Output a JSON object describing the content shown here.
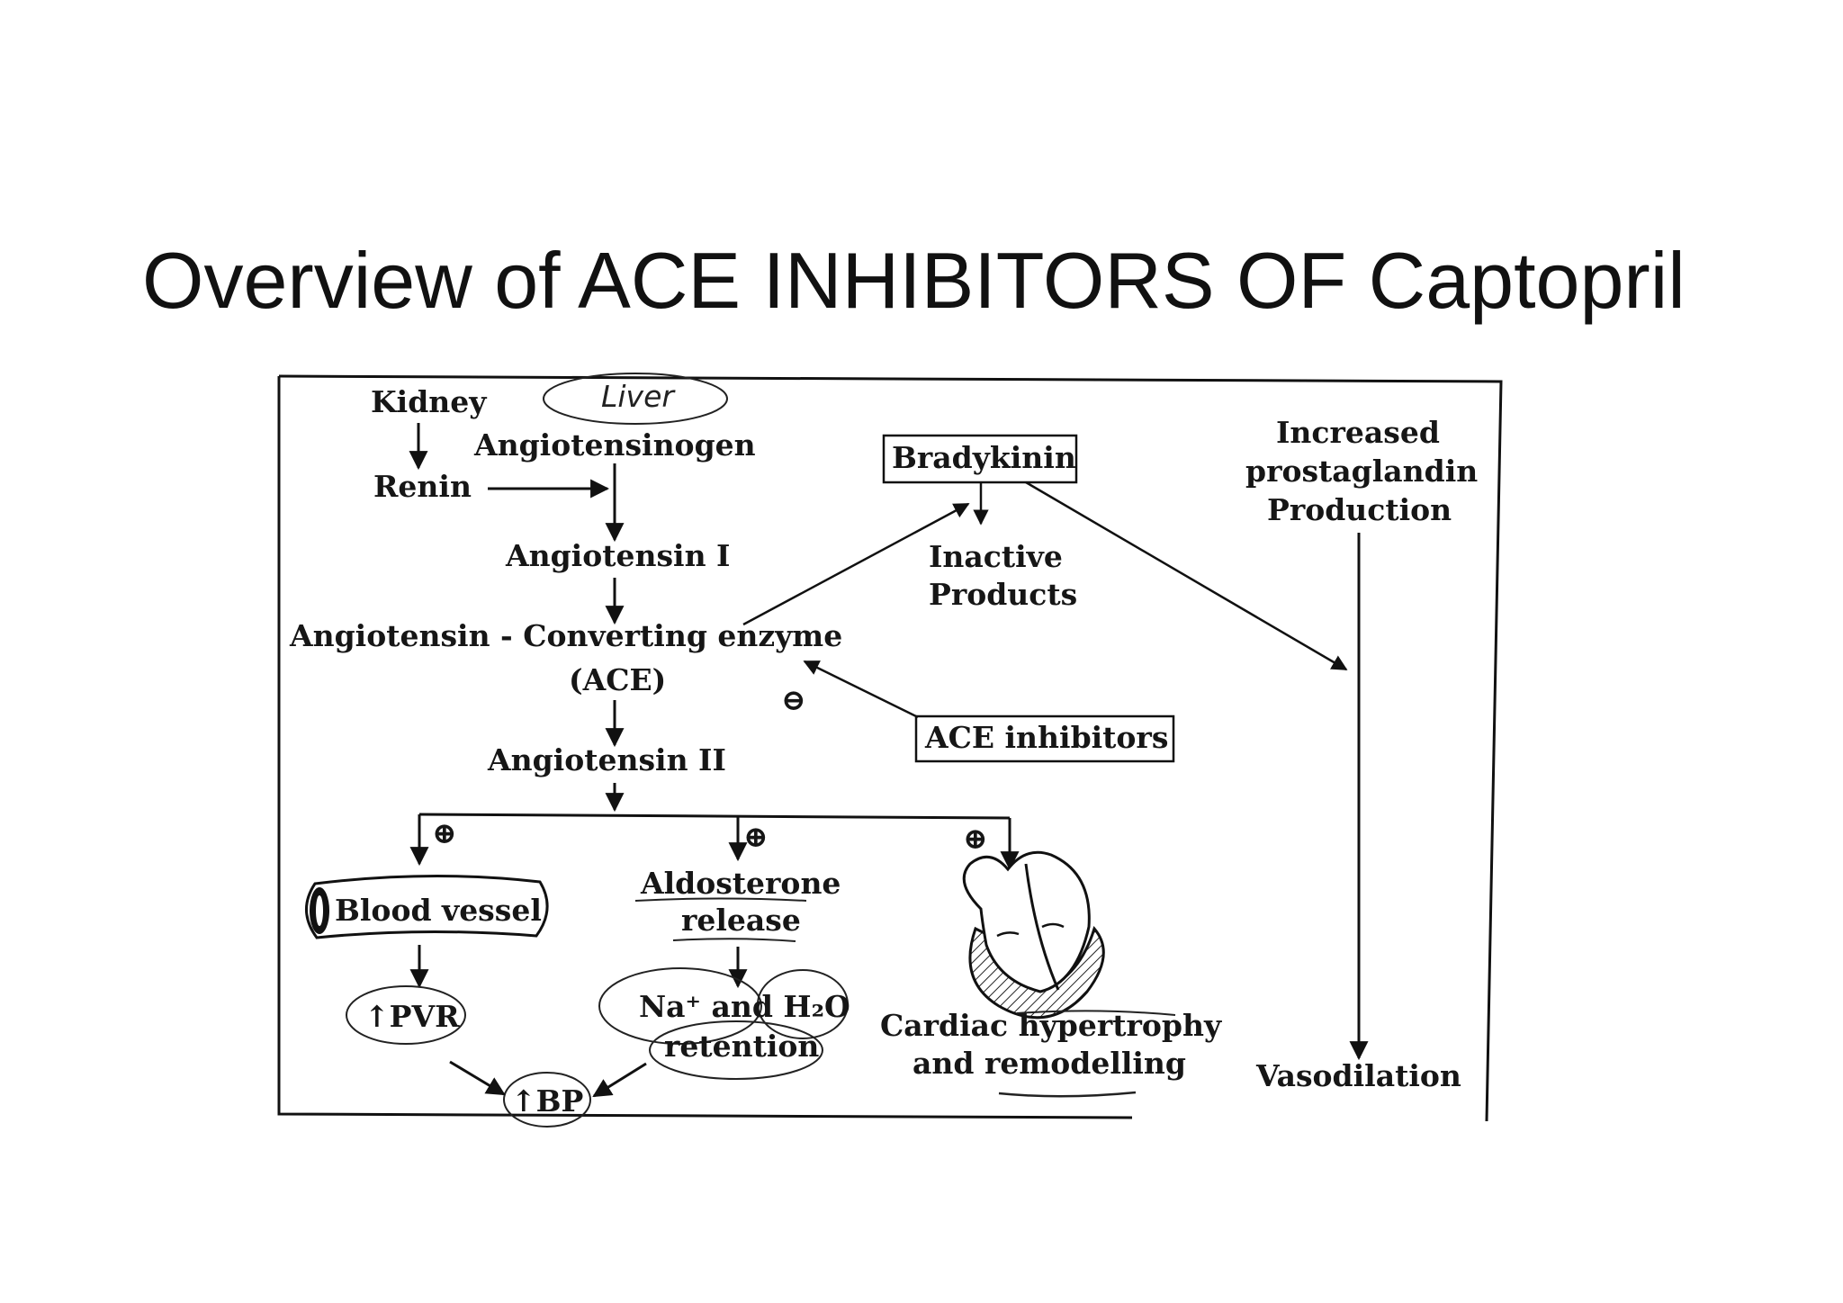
{
  "slide": {
    "title": "Overview of ACE INHIBITORS OF Captopril"
  },
  "diagram": {
    "kidney": "Kidney",
    "liver_note": "Liver",
    "angiotensinogen": "Angiotensinogen",
    "renin": "Renin",
    "angiotensin_i": "Angiotensin I",
    "ace_line1": "Angiotensin - Converting enzyme",
    "ace_line2": "(ACE)",
    "angiotensin_ii": "Angiotensin II",
    "bradykinin": "Bradykinin",
    "inactive_line1": "Inactive",
    "inactive_line2": "Products",
    "prostaglandin_line1": "Increased",
    "prostaglandin_line2": "prostaglandin",
    "prostaglandin_line3": "Production",
    "ace_inhibitors": "ACE inhibitors",
    "inhibit_sign": "⊖",
    "stimulate_sign": "⊕",
    "blood_vessel": "Blood vessel",
    "aldosterone_line1": "Aldosterone",
    "aldosterone_line2": "release",
    "pvr": "↑PVR",
    "na_line1": "Na⁺ and H₂O",
    "na_line2": "retention",
    "bp": "↑BP",
    "cardiac_line1": "Cardiac hypertrophy",
    "cardiac_line2": "and remodelling",
    "vasodilation": "Vasodilation"
  }
}
